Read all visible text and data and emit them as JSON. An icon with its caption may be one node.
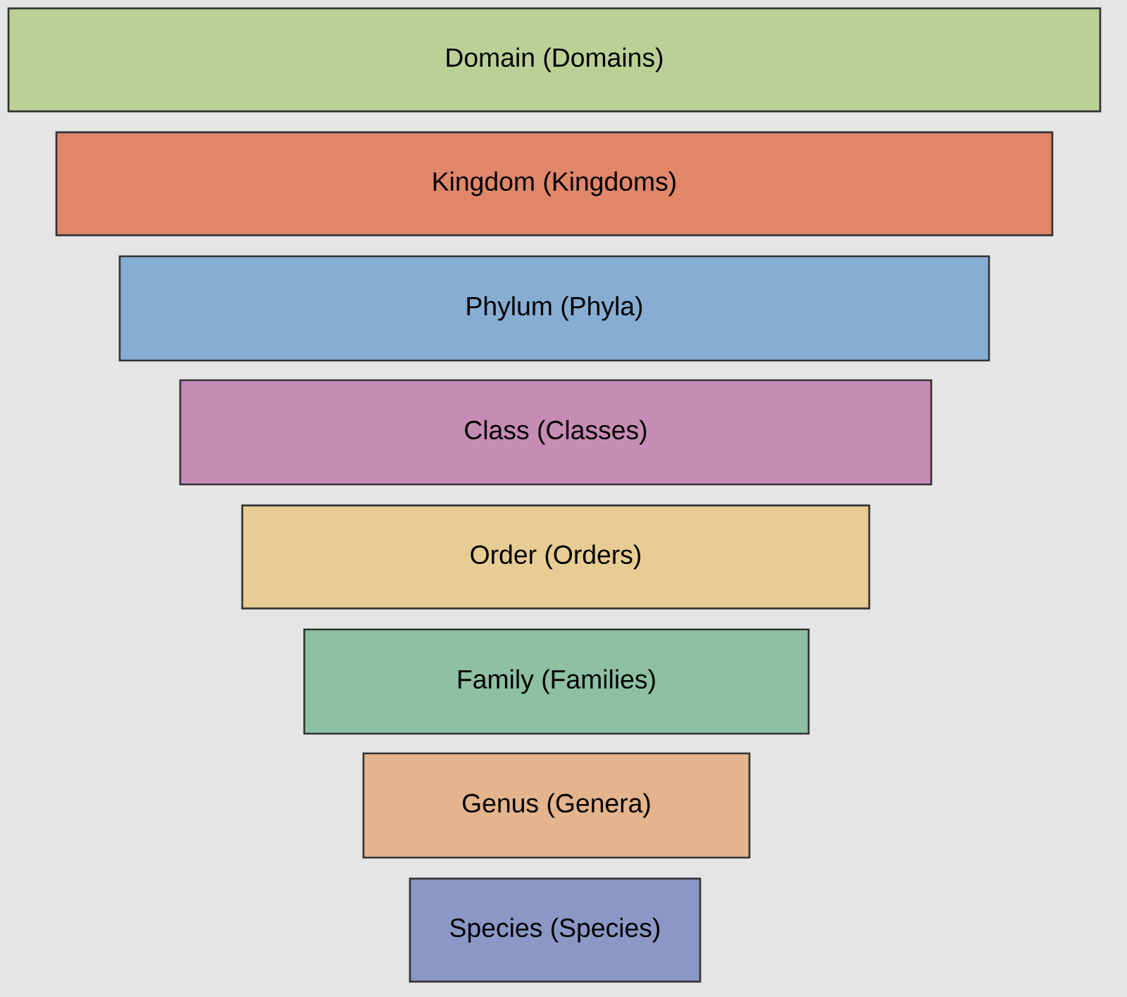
{
  "diagram": {
    "nodes": [
      {
        "text": [
          "Domain (Domains)"
        ]
      },
      {
        "text": [
          "Kingdom (Kingdoms)"
        ]
      },
      {
        "text": [
          "Phylum (Phyla)"
        ]
      },
      {
        "text": [
          "Class (Classes)"
        ]
      },
      {
        "text": [
          "Order (Orders)"
        ]
      },
      {
        "text": [
          "Family (Families)"
        ]
      },
      {
        "text": [
          "Genus (Genera)"
        ]
      },
      {
        "text": [
          "Species (Species)"
        ]
      }
    ]
  }
}
